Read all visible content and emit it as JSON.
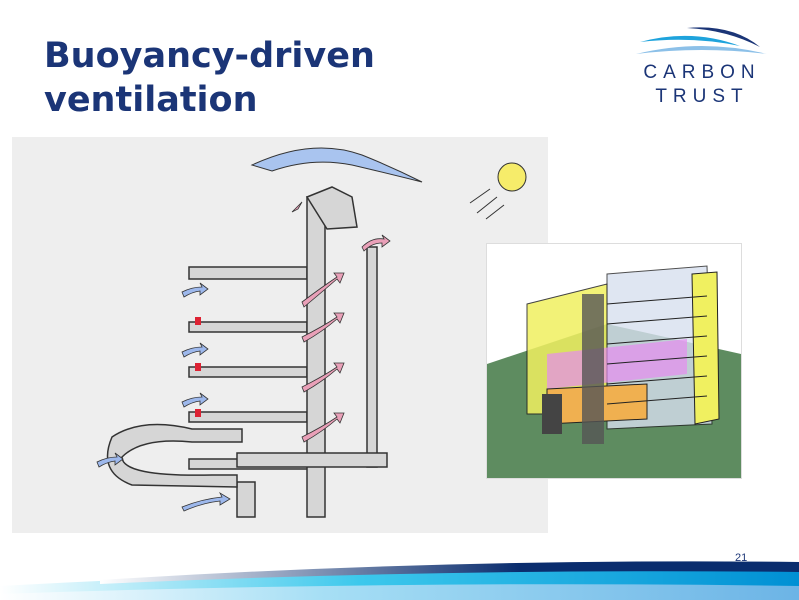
{
  "slide": {
    "title_line1": "Buoyancy-driven",
    "title_line2": "ventilation",
    "page_number": "21"
  },
  "logo": {
    "line1": "CARBON",
    "line2": "TRUST"
  },
  "colors": {
    "title": "#1b3577",
    "swoosh_dark": "#0a2d6e",
    "swoosh_mid": "#00a0dc",
    "swoosh_light": "#7fc4ea"
  }
}
